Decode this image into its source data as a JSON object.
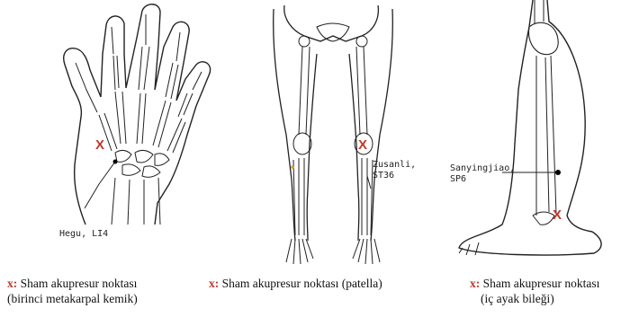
{
  "figures": [
    {
      "id": "hand",
      "point_label": "Hegu, LI4",
      "sham_mark": "X",
      "caption_prefix": "x:",
      "caption_line1": "Sham akupresur noktası",
      "caption_line2": "(birinci metakarpal kemik)"
    },
    {
      "id": "leg-front",
      "point_label_line1": "Zusanli,",
      "point_label_line2": "ST36",
      "sham_mark": "X",
      "caption_prefix": "x:",
      "caption_line1": "Sham akupresur noktası (patella)"
    },
    {
      "id": "leg-side",
      "point_label_line1": "Sanyingjiao,",
      "point_label_line2": "SP6",
      "sham_mark": "X",
      "caption_prefix": "x:",
      "caption_line1": "Sham akupresur noktası",
      "caption_line2": "(iç ayak bileği)"
    }
  ],
  "colors": {
    "sham_mark": "#c0392b",
    "line_art": "#222222",
    "point_dot": "#000000",
    "accent_dot": "#d4a017"
  }
}
